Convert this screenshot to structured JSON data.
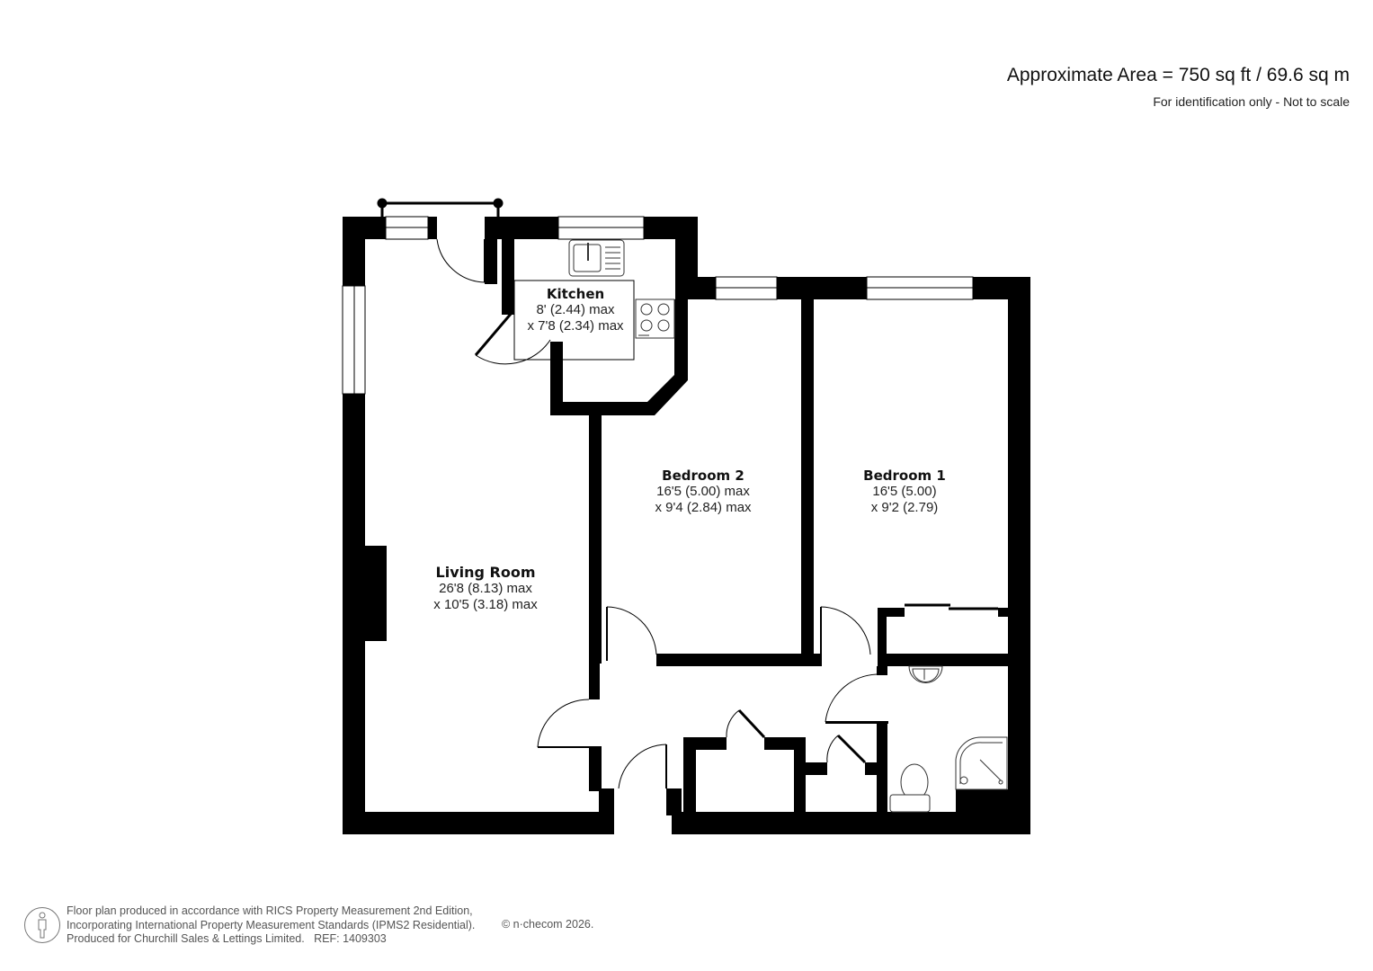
{
  "header": {
    "area_title": "Approximate Area = 750 sq ft / 69.6 sq m",
    "area_note": "For identification only - Not to scale"
  },
  "rooms": {
    "kitchen": {
      "name": "Kitchen",
      "dim1": "8' (2.44) max",
      "dim2": "x 7'8 (2.34) max"
    },
    "bedroom2": {
      "name": "Bedroom 2",
      "dim1": "16'5 (5.00) max",
      "dim2": "x 9'4 (2.84) max"
    },
    "bedroom1": {
      "name": "Bedroom 1",
      "dim1": "16'5 (5.00)",
      "dim2": "x 9'2 (2.79)"
    },
    "living_room": {
      "name": "Living Room",
      "dim1": "26'8 (8.13) max",
      "dim2": "x 10'5 (3.18) max"
    }
  },
  "footer": {
    "line1": "Floor plan produced in accordance with RICS Property Measurement 2nd Edition,",
    "line2": "Incorporating International Property Measurement Standards (IPMS2 Residential).",
    "line3": "Produced for Churchill Sales & Lettings Limited.   REF: 1409303",
    "copyright": "© n·checom 2026."
  },
  "colors": {
    "wall": "#000000",
    "background": "#ffffff",
    "footer_text": "#555555"
  },
  "icons": [
    "person-logo-icon",
    "sink-icon",
    "hob-icon",
    "basin-icon",
    "toilet-icon",
    "shower-icon"
  ]
}
